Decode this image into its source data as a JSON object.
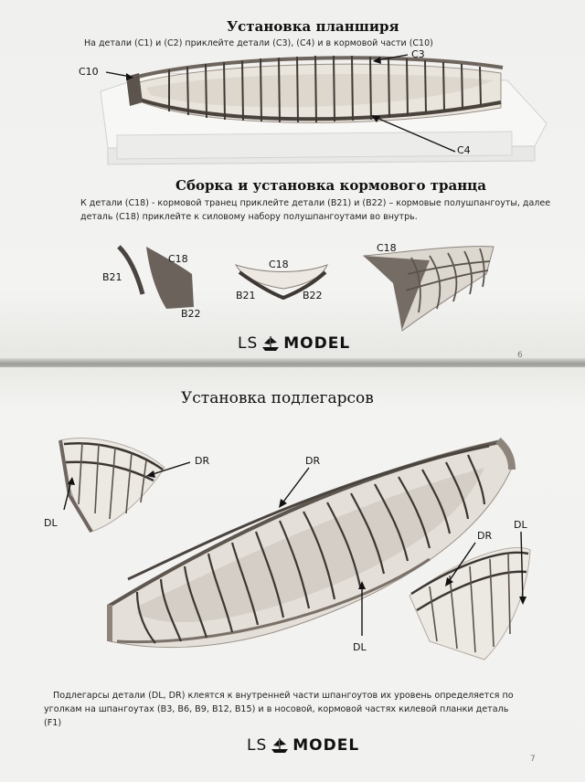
{
  "page6": {
    "section1": {
      "title": "Установка планширя",
      "instruction": "На детали (C1) и (C2) приклейте детали (C3), (C4) и в кормовой части (C10)",
      "labels": {
        "c10": "C10",
        "c3": "C3",
        "c4": "C4"
      }
    },
    "section2": {
      "title": "Сборка и установка кормового транца",
      "instruction_line1": "К детали (C18) - кормовой транец приклейте  детали (B21) и (B22) – кормовые полушпангоуты, далее",
      "instruction_line2": "деталь (C18) приклейте к силовому набору полушпангоутами во внутрь.",
      "labels": {
        "c18_a": "C18",
        "b21_a": "B21",
        "b22_a": "B22",
        "c18_b": "C18",
        "b21_b": "B21",
        "b22_b": "B22",
        "c18_c": "C18"
      }
    },
    "logo": {
      "left": "LS",
      "right": "MODEL"
    },
    "page_number": "6"
  },
  "page7": {
    "title": "Установка подлегарсов",
    "labels": {
      "dr_1": "DR",
      "dl_1": "DL",
      "dr_2": "DR",
      "dl_2": "DL",
      "dr_3": "DR",
      "dl_3": "DL"
    },
    "caption_line1": "Подлегарсы детали (DL, DR) клеятся к внутренней части шпангоутов их уровень определяется по",
    "caption_line2": "уголкам на шпангоутах (B3, B6, B9, B12, B15) и в носовой, кормовой частях килевой планки деталь",
    "caption_line3": "(F1)",
    "logo": {
      "left": "LS",
      "right": "MODEL"
    },
    "page_number": "7"
  }
}
